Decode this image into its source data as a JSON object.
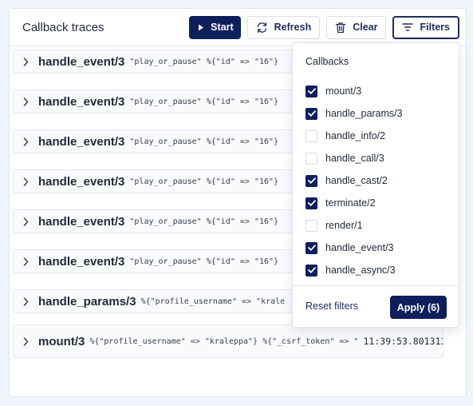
{
  "header": {
    "title": "Callback traces",
    "start_label": "Start",
    "refresh_label": "Refresh",
    "clear_label": "Clear",
    "filters_label": "Filters"
  },
  "traces": [
    {
      "fn": "handle_event/3",
      "args": "\"play_or_pause\" %{\"id\" => \"16\"}",
      "time": ""
    },
    {
      "fn": "handle_event/3",
      "args": "\"play_or_pause\" %{\"id\" => \"16\"}",
      "time": ""
    },
    {
      "fn": "handle_event/3",
      "args": "\"play_or_pause\" %{\"id\" => \"16\"}",
      "time": ""
    },
    {
      "fn": "handle_event/3",
      "args": "\"play_or_pause\" %{\"id\" => \"16\"}",
      "time": ""
    },
    {
      "fn": "handle_event/3",
      "args": "\"play_or_pause\" %{\"id\" => \"16\"}",
      "time": ""
    },
    {
      "fn": "handle_event/3",
      "args": "\"play_or_pause\" %{\"id\" => \"16\"}",
      "time": ""
    },
    {
      "fn": "handle_params/3",
      "args": "%{\"profile_username\" => \"krale",
      "time": ""
    },
    {
      "fn": "mount/3",
      "args": "%{\"profile_username\" => \"kraleppa\"} %{\"_csrf_token\" => \"",
      "time": "11:39:53.801313"
    }
  ],
  "filters": {
    "title": "Callbacks",
    "items": [
      {
        "label": "mount/3",
        "checked": true
      },
      {
        "label": "handle_params/3",
        "checked": true
      },
      {
        "label": "handle_info/2",
        "checked": false
      },
      {
        "label": "handle_call/3",
        "checked": false
      },
      {
        "label": "handle_cast/2",
        "checked": true
      },
      {
        "label": "terminate/2",
        "checked": true
      },
      {
        "label": "render/1",
        "checked": false
      },
      {
        "label": "handle_event/3",
        "checked": true
      },
      {
        "label": "handle_async/3",
        "checked": true
      }
    ],
    "reset_label": "Reset filters",
    "apply_label": "Apply (6)"
  },
  "colors": {
    "primary": "#0f1f5c",
    "background": "#f1f4fa",
    "row_background": "#f9fafc"
  },
  "icons": {
    "start": "play-icon",
    "refresh": "refresh-icon",
    "clear": "trash-icon",
    "filters": "filter-icon",
    "row": "chevron-right-icon"
  }
}
